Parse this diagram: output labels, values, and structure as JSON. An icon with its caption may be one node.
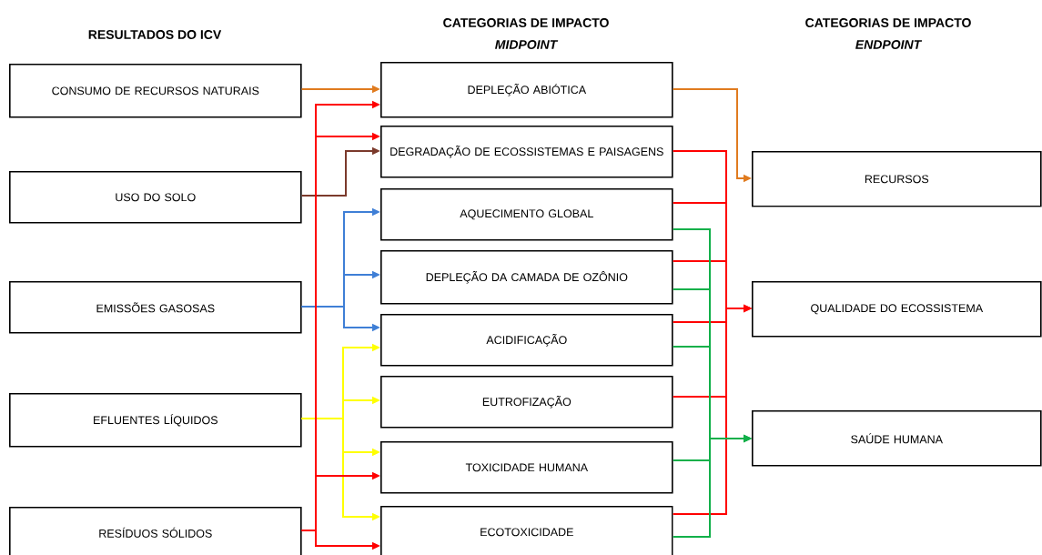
{
  "diagram": {
    "nodes": [
      {
        "text": [
          "CONSUMO DE RECURSOS NATURAIS"
        ]
      },
      {
        "text": [
          "USO DO SOLO"
        ]
      },
      {
        "text": [
          "EMISSÕES GASOSAS"
        ]
      },
      {
        "text": [
          "EFLUENTES LÍQUIDOS"
        ]
      },
      {
        "text": [
          "RESÍDUOS SÓLIDOS"
        ]
      },
      {
        "text": [
          "DEPLEÇÃO ABIÓTICA"
        ]
      },
      {
        "text": [
          "DEGRADAÇÃO DE ECOSSISTEMAS E PAISAGENS"
        ]
      },
      {
        "text": [
          "AQUECIMENTO GLOBAL"
        ]
      },
      {
        "text": [
          "DEPLEÇÃO DA CAMADA DE OZÔNIO"
        ]
      },
      {
        "text": [
          "ACIDIFICAÇÃO"
        ]
      },
      {
        "text": [
          "EUTROFIZAÇÃO"
        ]
      },
      {
        "text": [
          "TOXICIDADE HUMANA"
        ]
      },
      {
        "text": [
          "ECOTOXICIDADE"
        ]
      },
      {
        "text": [
          "RECURSOS"
        ]
      },
      {
        "text": [
          "QUALIDADE DO ECOSSISTEMA"
        ]
      },
      {
        "text": [
          "SAÚDE HUMANA"
        ]
      }
    ],
    "edges": [
      {
        "from": 0,
        "to": 5,
        "arrow": "to",
        "color": "#e07b1f"
      },
      {
        "from": 1,
        "to": 6,
        "arrow": "to",
        "color": "#7b3a2c"
      },
      {
        "from": 2,
        "to": 7,
        "arrow": "to",
        "color": "#3f7fd6"
      },
      {
        "from": 2,
        "to": 8,
        "arrow": "to",
        "color": "#3f7fd6"
      },
      {
        "from": 2,
        "to": 9,
        "arrow": "to",
        "color": "#3f7fd6"
      },
      {
        "from": 3,
        "to": 9,
        "arrow": "to",
        "color": "#ffff00"
      },
      {
        "from": 3,
        "to": 10,
        "arrow": "to",
        "color": "#ffff00"
      },
      {
        "from": 3,
        "to": 11,
        "arrow": "to",
        "color": "#ffff00"
      },
      {
        "from": 3,
        "to": 12,
        "arrow": "to",
        "color": "#ffff00"
      },
      {
        "from": 4,
        "to": 5,
        "arrow": "to"
      },
      {
        "from": 4,
        "to": 6,
        "arrow": "to"
      },
      {
        "from": 4,
        "to": 11,
        "arrow": "to"
      },
      {
        "from": 4,
        "to": 12,
        "arrow": "to"
      },
      {
        "from": 5,
        "to": 13,
        "arrow": "to",
        "color": "#e07b1f"
      },
      {
        "from": 6,
        "to": 14,
        "arrow": "to"
      },
      {
        "from": 7,
        "to": 14,
        "arrow": "to"
      },
      {
        "from": 8,
        "to": 14,
        "arrow": "to"
      },
      {
        "from": 9,
        "to": 14,
        "arrow": "to"
      },
      {
        "from": 10,
        "to": 14,
        "arrow": "to"
      },
      {
        "from": 12,
        "to": 14,
        "arrow": "to"
      },
      {
        "from": 7,
        "to": 15,
        "arrow": "to",
        "color": "#12b04a"
      },
      {
        "from": 8,
        "to": 15,
        "arrow": "to",
        "color": "#12b04a"
      },
      {
        "from": 9,
        "to": 15,
        "arrow": "to",
        "color": "#12b04a"
      },
      {
        "from": 11,
        "to": 15,
        "arrow": "to",
        "color": "#12b04a"
      },
      {
        "from": 12,
        "to": 15,
        "arrow": "to",
        "color": "#12b04a"
      }
    ],
    "labels": [
      "RESULTADOS DO ICV",
      "CATEGORIAS DE IMPACTO",
      "MIDPOINT",
      "CATEGORIAS DE IMPACTO",
      "ENDPOINT"
    ]
  }
}
